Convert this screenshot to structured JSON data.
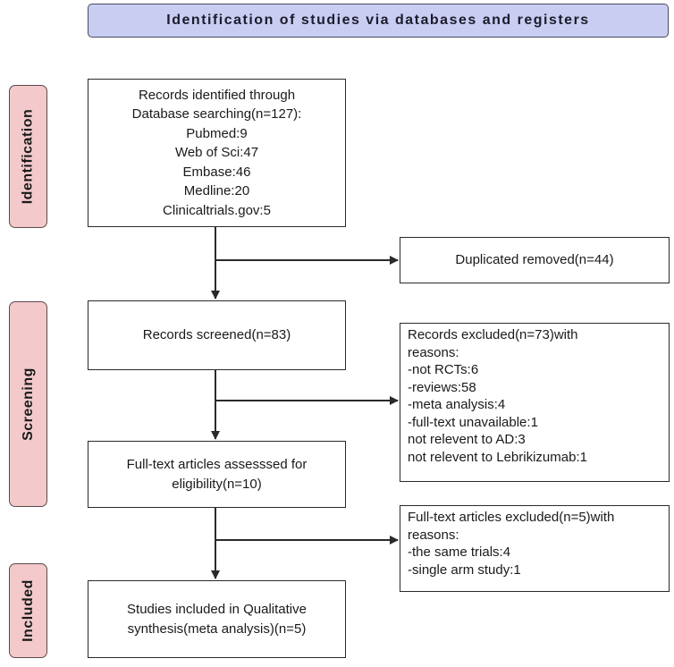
{
  "header": {
    "title": "Identification of studies via databases and registers"
  },
  "stages": {
    "identification": "Identification",
    "screening": "Screening",
    "included": "Included"
  },
  "boxes": {
    "records_identified": {
      "lines": [
        "Records identified through",
        "Database searching(n=127):",
        "Pubmed:9",
        "Web of Sci:47",
        "Embase:46",
        "Medline:20",
        "Clinicaltrials.gov:5"
      ]
    },
    "duplicates_removed": {
      "lines": [
        "Duplicated removed(n=44)"
      ]
    },
    "records_screened": {
      "lines": [
        "Records screened(n=83)"
      ]
    },
    "records_excluded": {
      "lines": [
        "Records excluded(n=73)with",
        "reasons:",
        "-not RCTs:6",
        "-reviews:58",
        "-meta analysis:4",
        "-full-text unavailable:1",
        "not relevent to AD:3",
        "not relevent to Lebrikizumab:1"
      ]
    },
    "fulltext_assessed": {
      "lines": [
        "Full-text articles assesssed for",
        "eligibility(n=10)"
      ]
    },
    "fulltext_excluded": {
      "lines": [
        "Full-text articles excluded(n=5)with",
        "reasons:",
        "-the same trials:4",
        "-single arm study:1"
      ]
    },
    "studies_included": {
      "lines": [
        "Studies included in Qualitative",
        "synthesis(meta analysis)(n=5)"
      ]
    }
  },
  "colors": {
    "header_fill": "#c9cdf2",
    "stage_fill": "#f3c9cb",
    "line": "#2a2a2a"
  }
}
